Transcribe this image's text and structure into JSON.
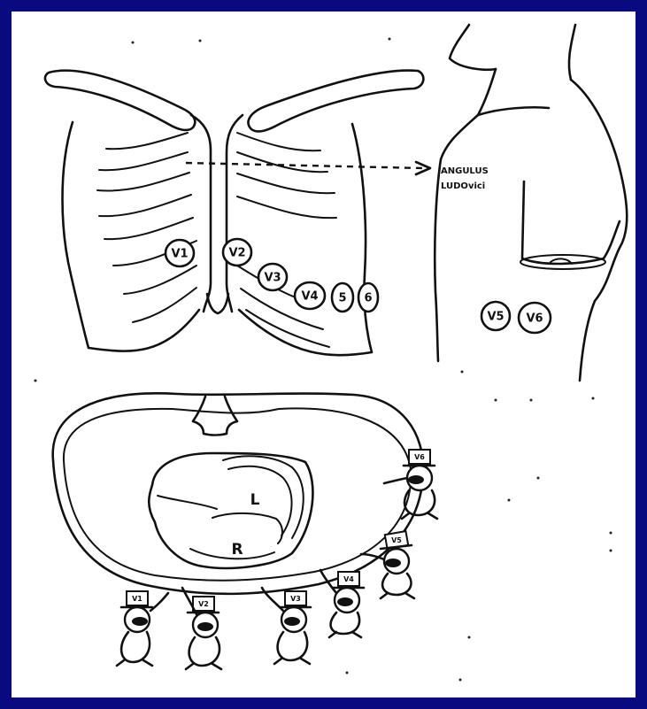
{
  "frame": {
    "border_color": "#0a0a80",
    "background": "#ffffff"
  },
  "chest_electrodes": {
    "v1": "V1",
    "v2": "V2",
    "v3": "V3",
    "v4": "V4",
    "v5": "5",
    "v6": "6"
  },
  "side_electrodes": {
    "v5": "V5",
    "v6": "V6"
  },
  "sternal_angle_label": {
    "line1": "ANGULUS",
    "line2": "LUDOvici"
  },
  "heart_labels": {
    "left": "L",
    "right": "R"
  },
  "viewer_hats": {
    "v1": "V1",
    "v2": "V2",
    "v3": "V3",
    "v4": "V4",
    "v5": "V5",
    "v6": "V6"
  }
}
